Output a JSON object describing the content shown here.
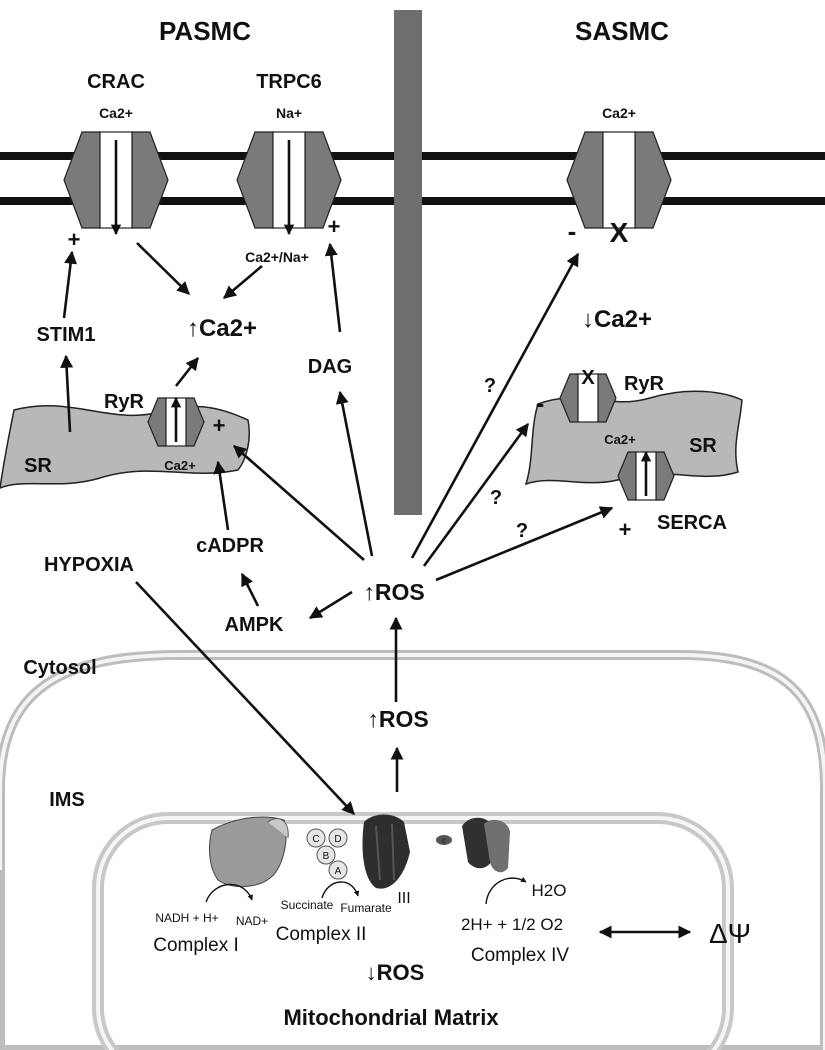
{
  "titles": {
    "left": "PASMC",
    "right": "SASMC"
  },
  "channels": {
    "crac": {
      "name": "CRAC",
      "ion": "Ca2+"
    },
    "trpc6": {
      "name": "TRPC6",
      "ion": "Na+"
    },
    "sasmc": {
      "ion": "Ca2+"
    }
  },
  "labels": {
    "ca_na": "Ca2+/Na+",
    "ca_up": "↑Ca2+",
    "stim1": "STIM1",
    "dag": "DAG",
    "ryr": "RyR",
    "sr": "SR",
    "sr_ca": "Ca2+",
    "cadpr": "cADPR",
    "ampk": "AMPK",
    "hypoxia": "HYPOXIA",
    "cytosol": "Cytosol",
    "ros_cyto": "↑ROS",
    "ros_mito": "↑ROS",
    "ros_matrix": "↓ROS",
    "ims": "IMS",
    "ca_down": "↓Ca2+",
    "sasmc_ryr": "RyR",
    "sasmc_sr": "SR",
    "sasmc_ca": "Ca2+",
    "serca": "SERCA",
    "block": "X",
    "question": "?",
    "plus": "+",
    "minus": "-",
    "complex1": "Complex I",
    "complex2": "Complex II",
    "complex4": "Complex IV",
    "complex3": "III",
    "nadh": "NADH + H+",
    "nad": "NAD+",
    "succinate": "Succinate",
    "fumarate": "Fumarate",
    "h2o": "H2O",
    "o2": "2H+ + 1/2 O2",
    "delta_psi": "ΔΨ",
    "matrix": "Mitochondrial Matrix",
    "sub_a": "A",
    "sub_b": "B",
    "sub_c": "C",
    "sub_d": "D",
    "cyt_c": "c"
  }
}
